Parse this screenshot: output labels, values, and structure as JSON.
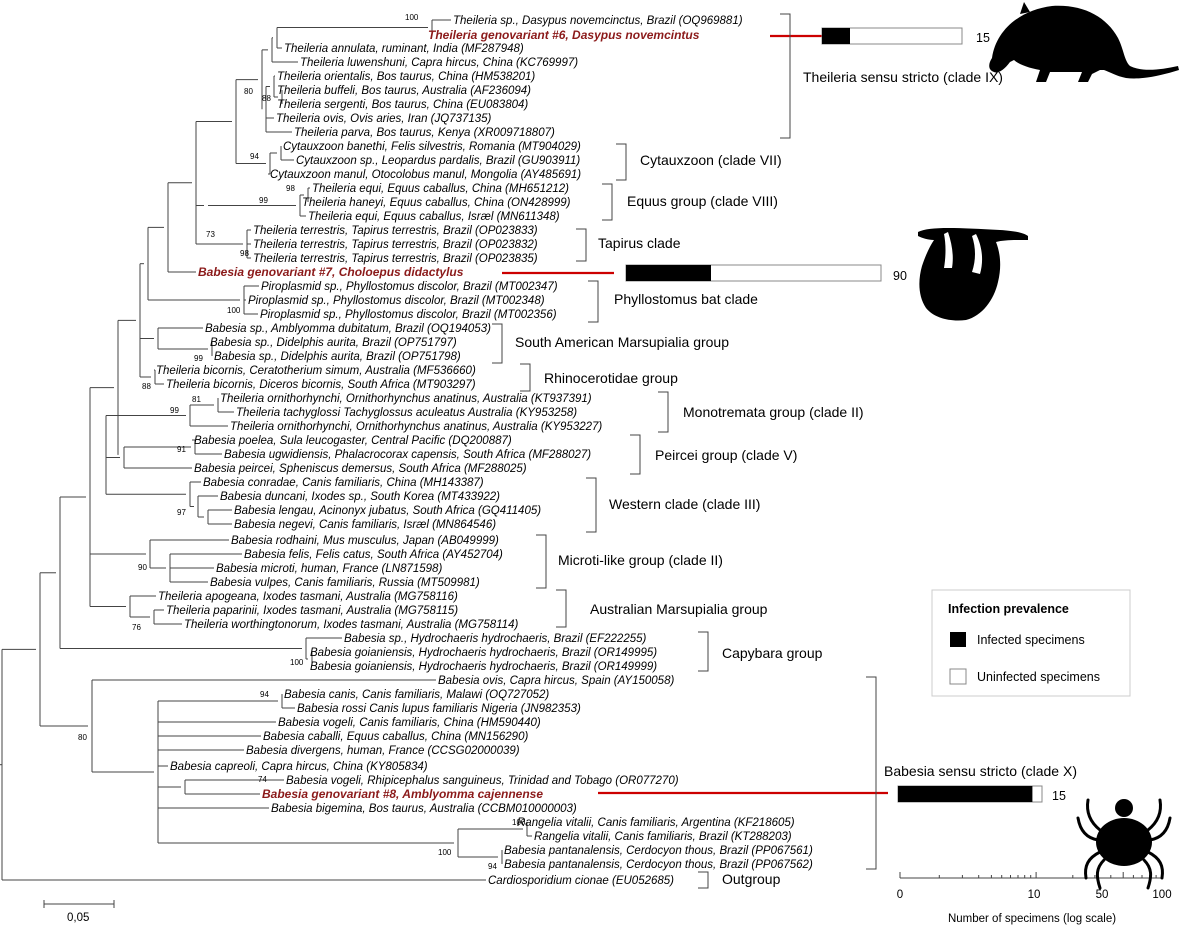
{
  "taxa": [
    "Theileria sp., Dasypus novemcinctus, Brazil (OQ969881)",
    "Theileria genovariant #6, Dasypus novemcintus",
    "Theileria annulata, ruminant, India (MF287948)",
    "Theileria luwenshuni, Capra hircus, China (KC769997)",
    "Theileria orientalis, Bos taurus, China (HM538201)",
    "Theileria buffeli, Bos taurus, Australia (AF236094)",
    "Theileria sergenti, Bos taurus, China (EU083804)",
    "Theileria ovis, Ovis aries, Iran (JQ737135)",
    "Theileria parva, Bos taurus, Kenya (XR009718807)",
    "Cytauxzoon banethi, Felis silvestris, Romania (MT904029)",
    "Cytauxzoon sp., Leopardus pardalis, Brazil (GU903911)",
    "Cytauxzoon manul, Otocolobus manul, Mongolia (AY485691)",
    "Theileria equi, Equus caballus, China (MH651212)",
    "Theileria haneyi, Equus caballus, China (ON428999)",
    "Theileria equi, Equus caballus, Isræl (MN611348)",
    "Theileria terrestris, Tapirus terrestris, Brazil (OP023833)",
    "Theileria terrestris, Tapirus terrestris, Brazil (OP023832)",
    "Theileria terrestris, Tapirus terrestris, Brazil (OP023835)",
    "Babesia genovariant #7, Choloepus didactylus",
    "Piroplasmid sp., Phyllostomus discolor, Brazil (MT002347)",
    "Piroplasmid sp., Phyllostomus discolor, Brazil (MT002348)",
    "Piroplasmid sp., Phyllostomus discolor, Brazil (MT002356)",
    "Babesia sp., Amblyomma dubitatum, Brazil (OQ194053)",
    "Babesia sp., Didelphis aurita, Brazil (OP751797)",
    "Babesia sp., Didelphis aurita, Brazil (OP751798)",
    "Theileria bicornis, Ceratotherium simum, Australia (MF536660)",
    "Theileria bicornis, Diceros bicornis, South Africa (MT903297)",
    "Theileria ornithorhynchi, Ornithorhynchus anatinus, Australia (KT937391)",
    "Theileria tachyglossi Tachyglossus aculeatus Australia (KY953258)",
    "Theileria ornithorhynchi, Ornithorhynchus anatinus, Australia (KY953227)",
    "Babesia poelea, Sula leucogaster, Central Pacific (DQ200887)",
    "Babesia ugwidiensis, Phalacrocorax capensis, South Africa (MF288027)",
    "Babesia peircei, Spheniscus demersus, South Africa (MF288025)",
    "Babesia conradae, Canis familiaris, China (MH143387)",
    "Babesia duncani, Ixodes sp., South Korea (MT433922)",
    "Babesia lengau, Acinonyx jubatus, South Africa (GQ411405)",
    "Babesia negevi, Canis familiaris, Isræl (MN864546)",
    "Babesia rodhaini, Mus musculus, Japan (AB049999)",
    "Babesia felis, Felis catus, South Africa (AY452704)",
    "Babesia microti, human, France (LN871598)",
    "Babesia vulpes, Canis familiaris, Russia (MT509981)",
    "Theileria apogeana, Ixodes tasmani, Australia (MG758116)",
    "Theileria paparinii, Ixodes tasmani, Australia (MG758115)",
    "Theileria worthingtonorum, Ixodes tasmani, Australia (MG758114)",
    "Babesia sp., Hydrochaeris hydrochaeris, Brazil (EF222255)",
    "Babesia goianiensis, Hydrochaeris hydrochaeris, Brazil (OR149995)",
    "Babesia goianiensis, Hydrochaeris hydrochaeris, Brazil (OR149999)",
    "Babesia ovis, Capra hircus, Spain (AY150058)",
    "Babesia canis, Canis familiaris, Malawi (OQ727052)",
    "Babesia rossi Canis lupus familiaris Nigeria (JN982353)",
    "Babesia vogeli, Canis familiaris, China (HM590440)",
    "Babesia caballi, Equus caballus, China (MN156290)",
    "Babesia divergens, human, France (CCSG02000039)",
    "Babesia capreoli, Capra hircus, China (KY805834)",
    "Babesia vogeli, Rhipicephalus sanguineus, Trinidad and Tobago (OR077270)",
    "Babesia genovariant #8, Amblyomma cajennense",
    "Babesia bigemina, Bos taurus, Australia (CCBM010000003)",
    "Rangelia vitalii, Canis familiaris, Argentina (KF218605)",
    "Rangelia vitalii, Canis familiaris, Brazil (KT288203)",
    "Babesia pantanalensis, Cerdocyon thous, Brazil (PP067561)",
    "Babesia pantanalensis, Cerdocyon thous, Brazil (PP067562)",
    "Cardiosporidium cionae (EU052685)"
  ],
  "clades": [
    "Theileria sensu stricto (clade IX)",
    "Cytauxzoon (clade VII)",
    "Equus group (clade VIII)",
    "Tapirus clade",
    "Phyllostomus bat clade",
    "South American Marsupialia group",
    "Rhinocerotidae group",
    "Monotremata group (clade II)",
    "Peircei group (clade V)",
    "Western clade (clade III)",
    "Microti-like group (clade II)",
    "Australian Marsupialia group",
    "Capybara group",
    "Babesia sensu stricto (clade X)",
    "Outgroup"
  ],
  "bootstrap": [
    "100",
    "80",
    "88",
    "94",
    "98",
    "99",
    "73",
    "98",
    "100",
    "99",
    "88",
    "99",
    "81",
    "91",
    "97",
    "90",
    "76",
    "100",
    "80",
    "94",
    "74",
    "100",
    "100",
    "94"
  ],
  "scale_bar": {
    "label": "0,05"
  },
  "legend": {
    "title": "Infection prevalence",
    "infected": "Infected specimens",
    "uninfected": "Uninfected specimens",
    "infected_color": "#000000",
    "uninfected_color": "#ffffff"
  },
  "prevalence_axis": {
    "ticks": [
      "0",
      "10",
      "50",
      "100"
    ],
    "label": "Number of specimens (log scale)"
  },
  "prevalence": [
    {
      "infected": 3,
      "total": 15,
      "total_label": "15"
    },
    {
      "infected": 30,
      "total": 90,
      "total_label": "90"
    },
    {
      "infected": 14,
      "total": 15,
      "total_label": "15"
    }
  ],
  "colors": {
    "highlight": "#8b1a1a",
    "highlight_line": "#cc0000",
    "line": "#444444"
  },
  "icons": [
    "armadillo-silhouette-icon",
    "sloth-silhouette-icon",
    "tick-silhouette-icon"
  ]
}
